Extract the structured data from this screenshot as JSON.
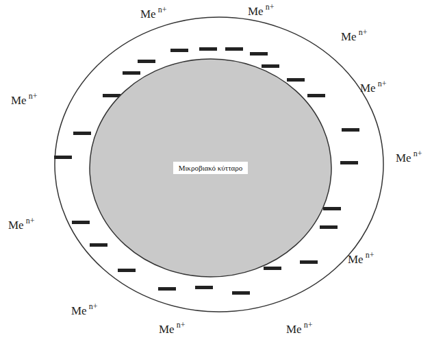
{
  "diagram": {
    "nodes": [
      {
        "text": [
          "Μικροβιακό κύτταρο"
        ]
      }
    ],
    "labels": [
      "Me",
      "n+",
      "Me",
      "n+",
      "Me",
      "n+",
      "Me",
      "n+",
      "Me",
      "n+",
      "Me",
      "n+",
      "Me",
      "n+",
      "Me",
      "n+",
      "Me",
      "n+",
      "Me",
      "n+",
      "Me",
      "n+"
    ]
  }
}
